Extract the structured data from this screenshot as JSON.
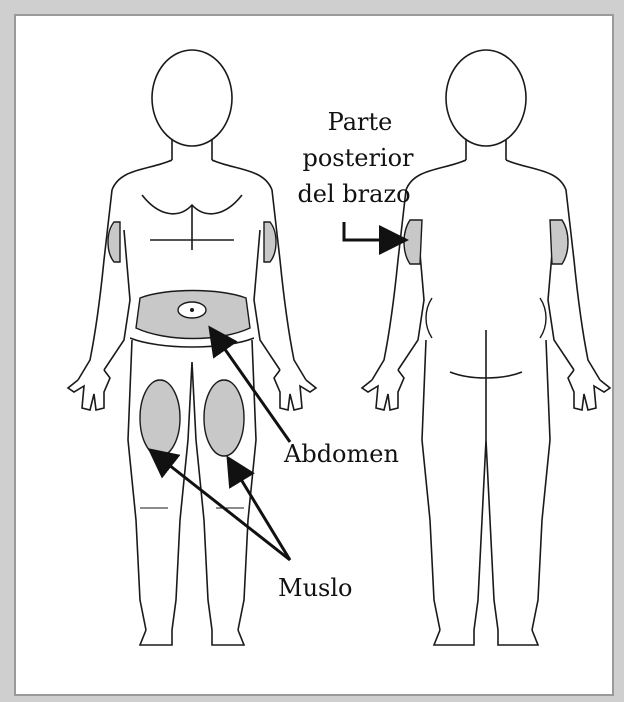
{
  "labels": {
    "arm_line1": "Parte",
    "arm_line2": "posterior",
    "arm_line3": "del brazo",
    "abdomen": "Abdomen",
    "thigh": "Muslo"
  },
  "colors": {
    "outline": "#1a1a1a",
    "site_fill": "#c8c8c8",
    "background": "#ffffff",
    "frame": "#cfcfcf"
  }
}
